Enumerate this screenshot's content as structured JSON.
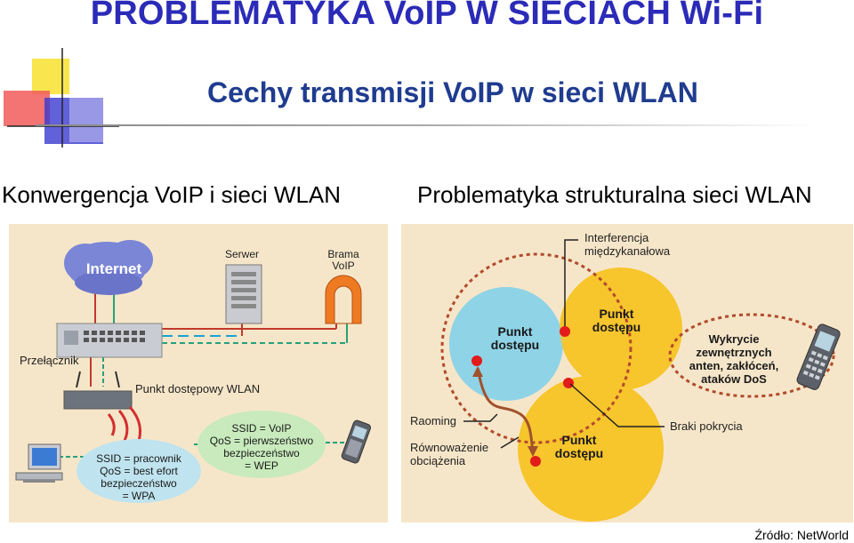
{
  "header": {
    "main_title": "PROBLEMATYKA VoIP W SIECIACH Wi-Fi",
    "subtitle": "Cechy transmisji VoIP w sieci WLAN"
  },
  "left": {
    "heading": "Konwergencja VoIP i sieci WLAN",
    "internet": "Internet",
    "server": "Serwer",
    "gateway_line1": "Brama",
    "gateway_line2": "VoIP",
    "switch": "Przełącznik",
    "access_point": "Punkt dostępowy WLAN",
    "ssid_employee": [
      "SSID = pracownik",
      "QoS = best efort",
      "bezpieczeństwo",
      "= WPA"
    ],
    "ssid_voip": [
      "SSID = VoIP",
      "QoS = pierwszeństwo",
      "bezpieczeństwo",
      "= WEP"
    ]
  },
  "right": {
    "heading": "Problematyka strukturalna sieci WLAN",
    "interference": [
      "Interferencja",
      "międzykanałowa"
    ],
    "ap1": [
      "Punkt",
      "dostępu"
    ],
    "ap2": [
      "Punkt",
      "dostępu"
    ],
    "ap3": [
      "Punkt",
      "dostępu"
    ],
    "external": [
      "Wykrycie",
      "zewnętrznych",
      "anten, zakłóceń,",
      "ataków DoS"
    ],
    "roaming": "Raoming",
    "load_balance": [
      "Równoważenie",
      "obciążenia"
    ],
    "coverage_gaps": "Braki pokrycia"
  },
  "footer": {
    "source": "Źródło: NetWorld"
  },
  "colors": {
    "title": "#2b2bb8",
    "subtitle": "#1f3c8f",
    "panel": "#f6e6c9",
    "cloud": "#7b86d6",
    "circle_blue": "#8fd3e6",
    "circle_yellow": "#f7c52c",
    "dashed_ring": "#b24a2c",
    "dot_red": "#e21b1b"
  }
}
